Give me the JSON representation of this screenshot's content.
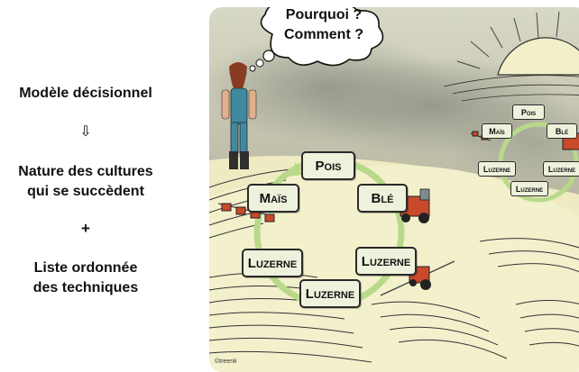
{
  "left": {
    "model_label": "Modèle décisionnel",
    "arrow": "⇩",
    "nature_line1": "Nature des cultures",
    "nature_line2": "qui se succèdent",
    "plus": "+",
    "list_line1": "Liste ordonnée",
    "list_line2": "des techniques"
  },
  "bubble": {
    "line1": "Pourquoi ?",
    "line2": "Comment ?"
  },
  "cycle_big": [
    "Pois",
    "Blé",
    "Luzerne",
    "Luzerne",
    "Luzerne",
    "Maïs"
  ],
  "cycle_small": [
    "Pois",
    "Blé",
    "Luzerne",
    "Luzerne",
    "Luzerne",
    "Maïs"
  ],
  "credit": "©treenk",
  "colors": {
    "cycle_green": "#b9d98a",
    "box_fill": "#eef2dc",
    "field_light": "#f1eec4",
    "sky": "#c9c9b3"
  },
  "icons": [
    "farmer-figure",
    "thought-bubble",
    "harvester-icon",
    "plough-icon",
    "sprayer-tractor-icon",
    "sun-icon"
  ]
}
